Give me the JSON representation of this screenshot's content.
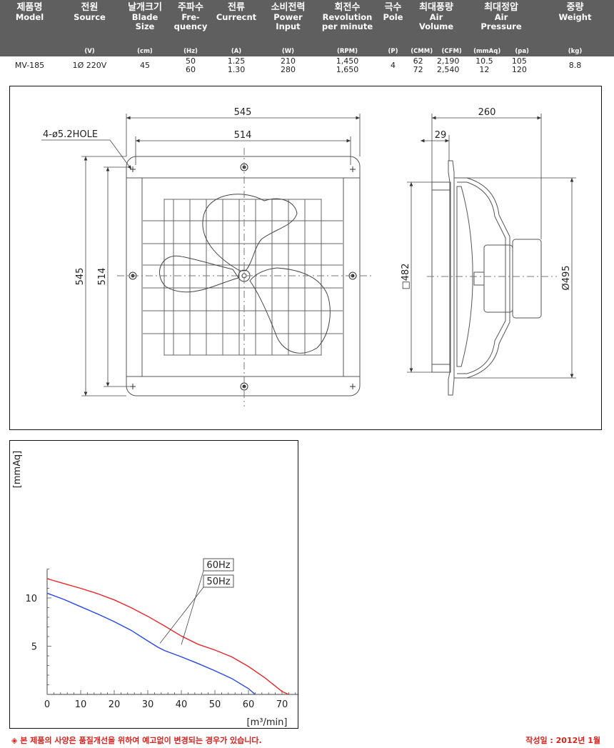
{
  "table": {
    "headers": [
      {
        "ko": "제품명",
        "en": "Model",
        "unit": ""
      },
      {
        "ko": "전원",
        "en": "Source",
        "unit": "(V)"
      },
      {
        "ko": "날개크기",
        "en": "Blade\nSize",
        "unit": "(cm)"
      },
      {
        "ko": "주파수",
        "en": "Fre-\nquency",
        "unit": "(Hz)"
      },
      {
        "ko": "전류",
        "en": "Currecnt",
        "unit": "(A)"
      },
      {
        "ko": "소비전력",
        "en": "Power\nInput",
        "unit": "(W)"
      },
      {
        "ko": "회전수",
        "en": "Revolution\nper minute",
        "unit": "(RPM)"
      },
      {
        "ko": "극수",
        "en": "Pole",
        "unit": "(P)"
      },
      {
        "ko": "최대풍량",
        "en": "Air\nVolume",
        "unit_a": "(CMM)",
        "unit_b": "(CFM)"
      },
      {
        "ko": "최대정압",
        "en": "Air\nPressure",
        "unit_a": "(mmAq)",
        "unit_b": "(pa)"
      },
      {
        "ko": "중량",
        "en": "Weight",
        "unit": "(kg)"
      }
    ],
    "row": {
      "model": "MV-185",
      "source": "1Ø 220V",
      "blade": "45",
      "freq": [
        "50",
        "60"
      ],
      "current": [
        "1.25",
        "1.30"
      ],
      "power": [
        "210",
        "280"
      ],
      "rpm": [
        "1,450",
        "1,650"
      ],
      "pole": "4",
      "cmm": [
        "62",
        "72"
      ],
      "cfm": [
        "2,190",
        "2,540"
      ],
      "mmaq": [
        "10.5",
        "12"
      ],
      "pa": [
        "105",
        "120"
      ],
      "weight": "8.8"
    }
  },
  "drawing": {
    "front_width_outer": "545",
    "front_width_inner": "514",
    "front_height_outer": "545",
    "front_height_inner": "514",
    "hole_label": "4-ø5.2HOLE",
    "side_depth": "260",
    "side_flange": "29",
    "side_square": "□482",
    "side_diameter": "Ø495"
  },
  "chart_data": {
    "type": "line",
    "xlabel": "[m³/min]",
    "ylabel": "[mmAq]",
    "xlim": [
      0,
      75
    ],
    "ylim": [
      0,
      13
    ],
    "x_ticks": [
      "0",
      "10",
      "20",
      "30",
      "40",
      "50",
      "60",
      "70"
    ],
    "y_ticks": [
      "5",
      "10"
    ],
    "series": [
      {
        "name": "60Hz",
        "color": "#e8262a",
        "points": [
          [
            0,
            12
          ],
          [
            5,
            11.5
          ],
          [
            10,
            11
          ],
          [
            15,
            10.45
          ],
          [
            20,
            9.8
          ],
          [
            25,
            9
          ],
          [
            30,
            8.1
          ],
          [
            35,
            7.1
          ],
          [
            40,
            6.05
          ],
          [
            45,
            5.2
          ],
          [
            50,
            4.6
          ],
          [
            55,
            3.9
          ],
          [
            60,
            2.9
          ],
          [
            65,
            1.7
          ],
          [
            70,
            0.3
          ],
          [
            72,
            0
          ]
        ]
      },
      {
        "name": "50Hz",
        "color": "#2747e8",
        "points": [
          [
            0,
            10.5
          ],
          [
            5,
            9.85
          ],
          [
            10,
            9.1
          ],
          [
            15,
            8.35
          ],
          [
            20,
            7.55
          ],
          [
            25,
            6.65
          ],
          [
            30,
            5.55
          ],
          [
            33,
            4.9
          ],
          [
            35,
            4.55
          ],
          [
            40,
            3.9
          ],
          [
            45,
            3.2
          ],
          [
            50,
            2.45
          ],
          [
            55,
            1.65
          ],
          [
            60,
            0.6
          ],
          [
            62,
            0
          ]
        ]
      }
    ]
  },
  "footer": {
    "note": "◈ 본 제품의 사양은 품질개선을 위하여 예고없이 변경되는 경우가 있습니다.",
    "date": "작성일 : 2012년 1월"
  }
}
